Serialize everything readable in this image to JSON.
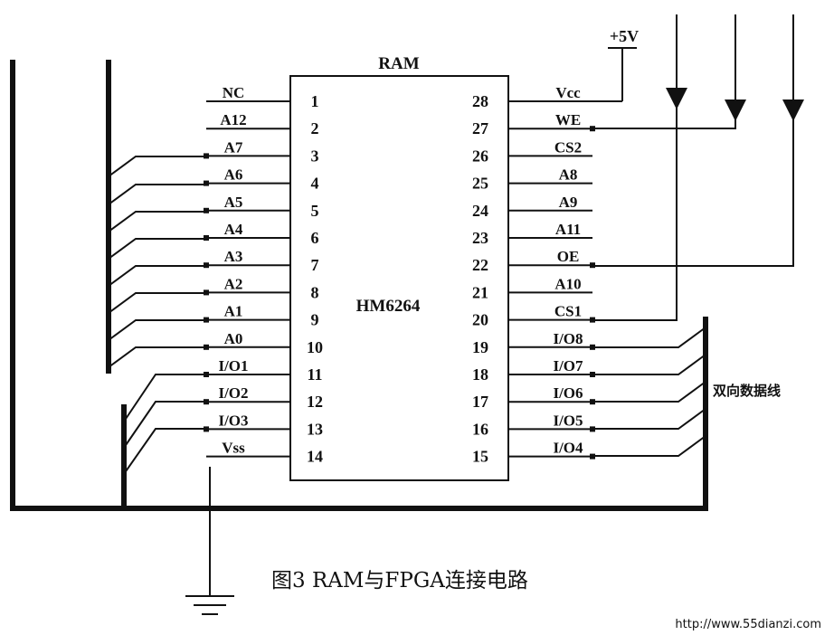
{
  "chip": {
    "title": "RAM",
    "model": "HM6264",
    "left_pins": [
      {
        "num": "1",
        "name": "NC"
      },
      {
        "num": "2",
        "name": "A12"
      },
      {
        "num": "3",
        "name": "A7"
      },
      {
        "num": "4",
        "name": "A6"
      },
      {
        "num": "5",
        "name": "A5"
      },
      {
        "num": "6",
        "name": "A4"
      },
      {
        "num": "7",
        "name": "A3"
      },
      {
        "num": "8",
        "name": "A2"
      },
      {
        "num": "9",
        "name": "A1"
      },
      {
        "num": "10",
        "name": "A0"
      },
      {
        "num": "11",
        "name": "I/O1"
      },
      {
        "num": "12",
        "name": "I/O2"
      },
      {
        "num": "13",
        "name": "I/O3"
      },
      {
        "num": "14",
        "name": "Vss"
      }
    ],
    "right_pins": [
      {
        "num": "28",
        "name": "Vcc"
      },
      {
        "num": "27",
        "name": "WE"
      },
      {
        "num": "26",
        "name": "CS2"
      },
      {
        "num": "25",
        "name": "A8"
      },
      {
        "num": "24",
        "name": "A9"
      },
      {
        "num": "23",
        "name": "A11"
      },
      {
        "num": "22",
        "name": "OE"
      },
      {
        "num": "21",
        "name": "A10"
      },
      {
        "num": "20",
        "name": "CS1"
      },
      {
        "num": "19",
        "name": "I/O8"
      },
      {
        "num": "18",
        "name": "I/O7"
      },
      {
        "num": "17",
        "name": "I/O6"
      },
      {
        "num": "16",
        "name": "I/O5"
      },
      {
        "num": "15",
        "name": "I/O4"
      }
    ]
  },
  "supply_label": "+5V",
  "bus_label": "双向数据线",
  "caption": "图3   RAM与FPGA连接电路",
  "watermark": "http://www.55dianzi.com"
}
